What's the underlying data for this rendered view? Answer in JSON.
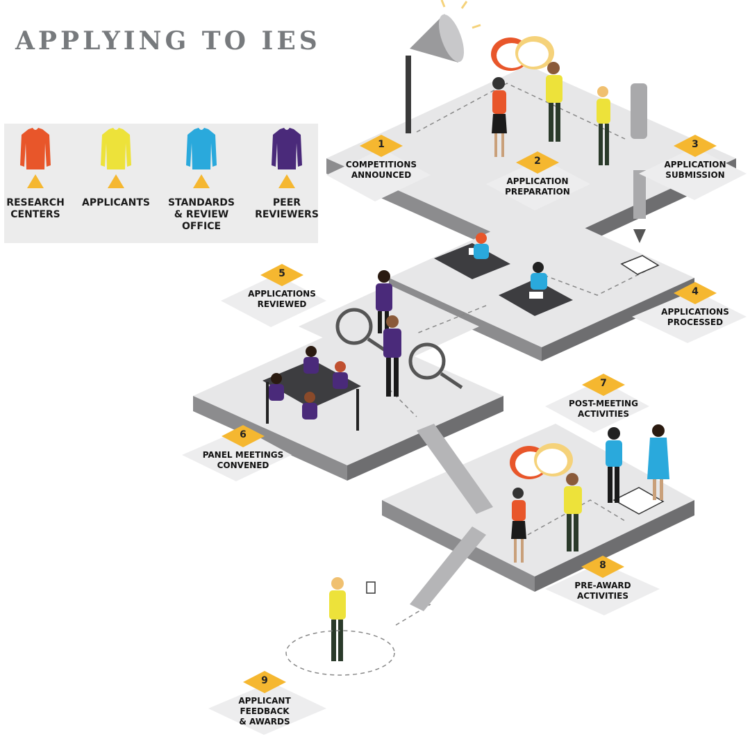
{
  "title": "APPLYING TO IES",
  "colors": {
    "research_centers": "#e8562a",
    "applicants": "#ede23a",
    "standards_review": "#2aa9dc",
    "peer_reviewers": "#4a2a7a",
    "badge": "#f5b730",
    "platform": "#e7e7e8",
    "platform_side": "#8c8c8e"
  },
  "legend": [
    {
      "label": "RESEARCH\nCENTERS",
      "icon": "shirt-icon",
      "color_key": "research_centers"
    },
    {
      "label": "APPLICANTS",
      "icon": "shirt-icon",
      "color_key": "applicants"
    },
    {
      "label": "STANDARDS\n& REVIEW\nOFFICE",
      "icon": "shirt-icon",
      "color_key": "standards_review"
    },
    {
      "label": "PEER\nREVIEWERS",
      "icon": "shirt-icon",
      "color_key": "peer_reviewers"
    }
  ],
  "steps": [
    {
      "number": "1",
      "label": "COMPETITIONS\nANNOUNCED"
    },
    {
      "number": "2",
      "label": "APPLICATION\nPREPARATION"
    },
    {
      "number": "3",
      "label": "APPLICATION\nSUBMISSION"
    },
    {
      "number": "4",
      "label": "APPLICATIONS\nPROCESSED"
    },
    {
      "number": "5",
      "label": "APPLICATIONS\nREVIEWED"
    },
    {
      "number": "6",
      "label": "PANEL MEETINGS\nCONVENED"
    },
    {
      "number": "7",
      "label": "POST-MEETING\nACTIVITIES"
    },
    {
      "number": "8",
      "label": "PRE-AWARD\nACTIVITIES"
    },
    {
      "number": "9",
      "label": "APPLICANT FEEDBACK\n& AWARDS"
    }
  ]
}
